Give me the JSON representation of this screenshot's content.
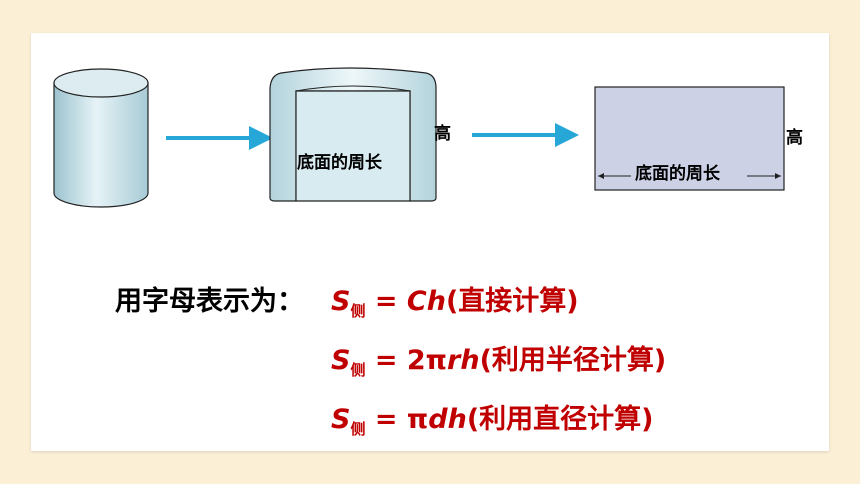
{
  "diagram": {
    "open_label_height": "高",
    "open_label_perimeter": "底面的周长",
    "rect_label_height": "高",
    "rect_label_perimeter": "底面的周长",
    "colors": {
      "arrow": "#27a6d8",
      "cylinder": "#c7e2ea",
      "rect": "#ccd1e6"
    }
  },
  "formulas": {
    "lead": "用字母表示为：",
    "f1": {
      "s": "S",
      "sub": "侧",
      "eq": " = ",
      "var": "Ch",
      "note": "(直接计算)"
    },
    "f2": {
      "s": "S",
      "sub": "侧",
      "eq": " = 2π",
      "var": "rh",
      "note": "(利用半径计算)"
    },
    "f3": {
      "s": "S",
      "sub": "侧",
      "eq": " = π",
      "var": "dh",
      "note": "(利用直径计算)"
    }
  }
}
